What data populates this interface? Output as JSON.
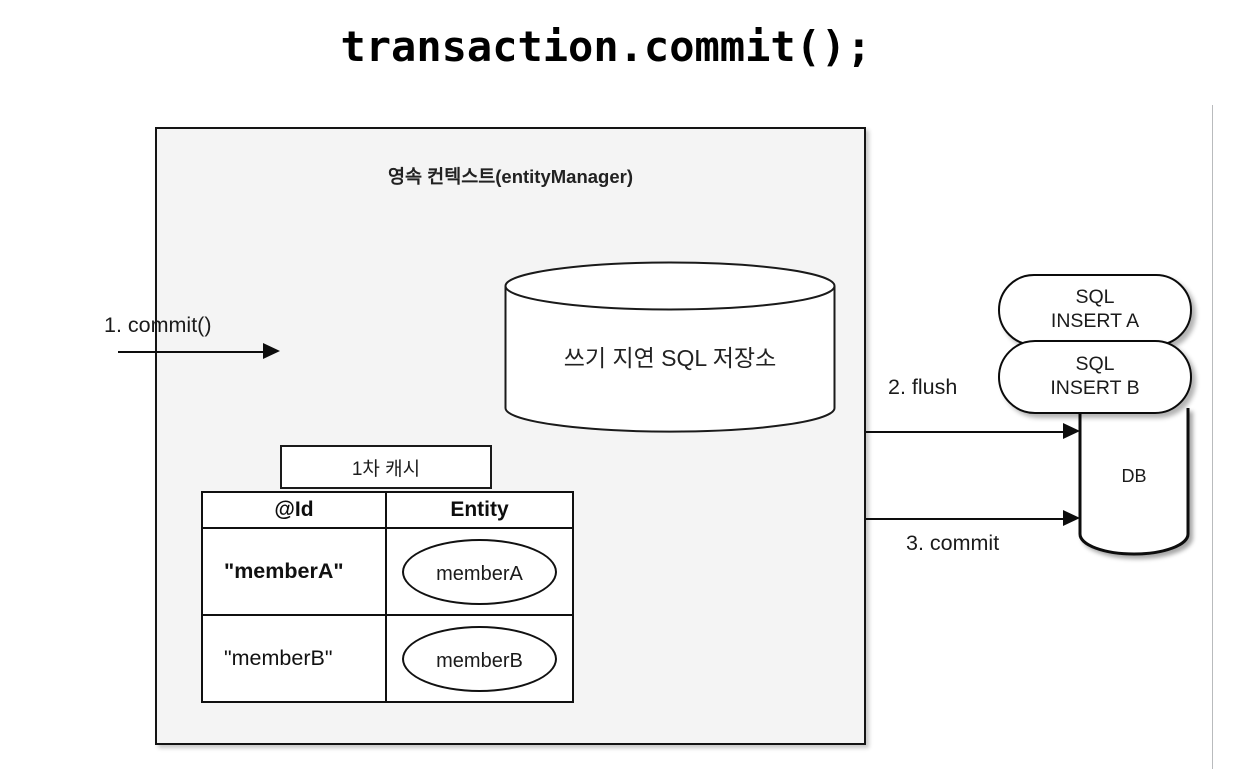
{
  "slide": {
    "title": "transaction.commit();"
  },
  "persistence_context": {
    "title": "영속 컨텍스트(entityManager)",
    "sql_store": {
      "label": "쓰기 지연 SQL 저장소",
      "shape": "cylinder-icon"
    },
    "cache": {
      "tab_label": "1차 캐시",
      "columns": [
        "@Id",
        "Entity"
      ],
      "rows": [
        {
          "id": "\"memberA\"",
          "entity": "memberA",
          "emphasis": true
        },
        {
          "id": "\"memberB\"",
          "entity": "memberB",
          "emphasis": false
        }
      ]
    }
  },
  "arrows": {
    "commit": "1. commit()",
    "flush": "2. flush",
    "db_commit": "3. commit"
  },
  "sql_statements": [
    {
      "line1": "SQL",
      "line2": "INSERT A"
    },
    {
      "line1": "SQL",
      "line2": "INSERT B"
    }
  ],
  "database": {
    "label": "DB",
    "shape": "cylinder-icon"
  },
  "colors": {
    "context_fill": "#f4f4f4",
    "stroke": "#101010",
    "canvas": "#ffffff",
    "margin_guide": "#b9bbbd"
  }
}
